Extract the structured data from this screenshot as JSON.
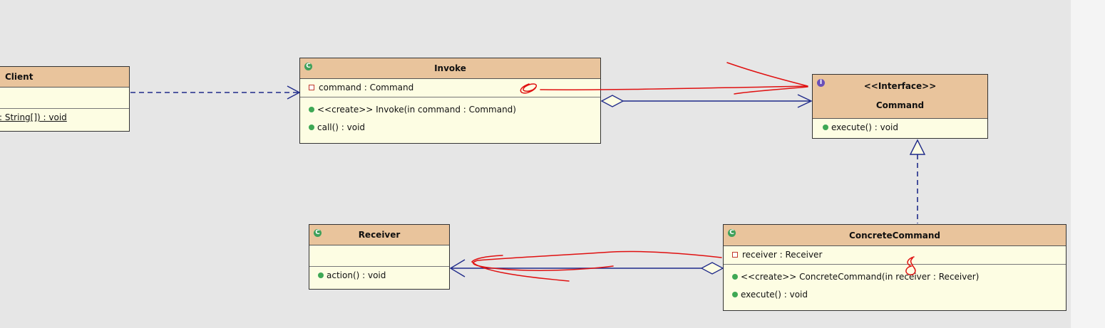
{
  "diagram": {
    "classes": {
      "client": {
        "name": "Client",
        "operation": ": String[]) : void"
      },
      "invoke": {
        "badge": "C",
        "name": "Invoke",
        "attribute": "command : Command",
        "operations": [
          "<<create>> Invoke(in command : Command)",
          "call() : void"
        ]
      },
      "command": {
        "badge": "I",
        "stereotype": "<<Interface>>",
        "name": "Command",
        "operation": "execute() : void"
      },
      "receiver": {
        "badge": "C",
        "name": "Receiver",
        "operation": "action() : void"
      },
      "concrete_command": {
        "badge": "C",
        "name": "ConcreteCommand",
        "attribute": "receiver : Receiver",
        "operations": [
          "<<create>> ConcreteCommand(in receiver : Receiver)",
          "execute() : void"
        ]
      }
    },
    "colors": {
      "header_fill": "#e9c49c",
      "body_fill": "#fdfde3",
      "connector": "#1f2a8a",
      "annotation": "#e01010"
    }
  }
}
